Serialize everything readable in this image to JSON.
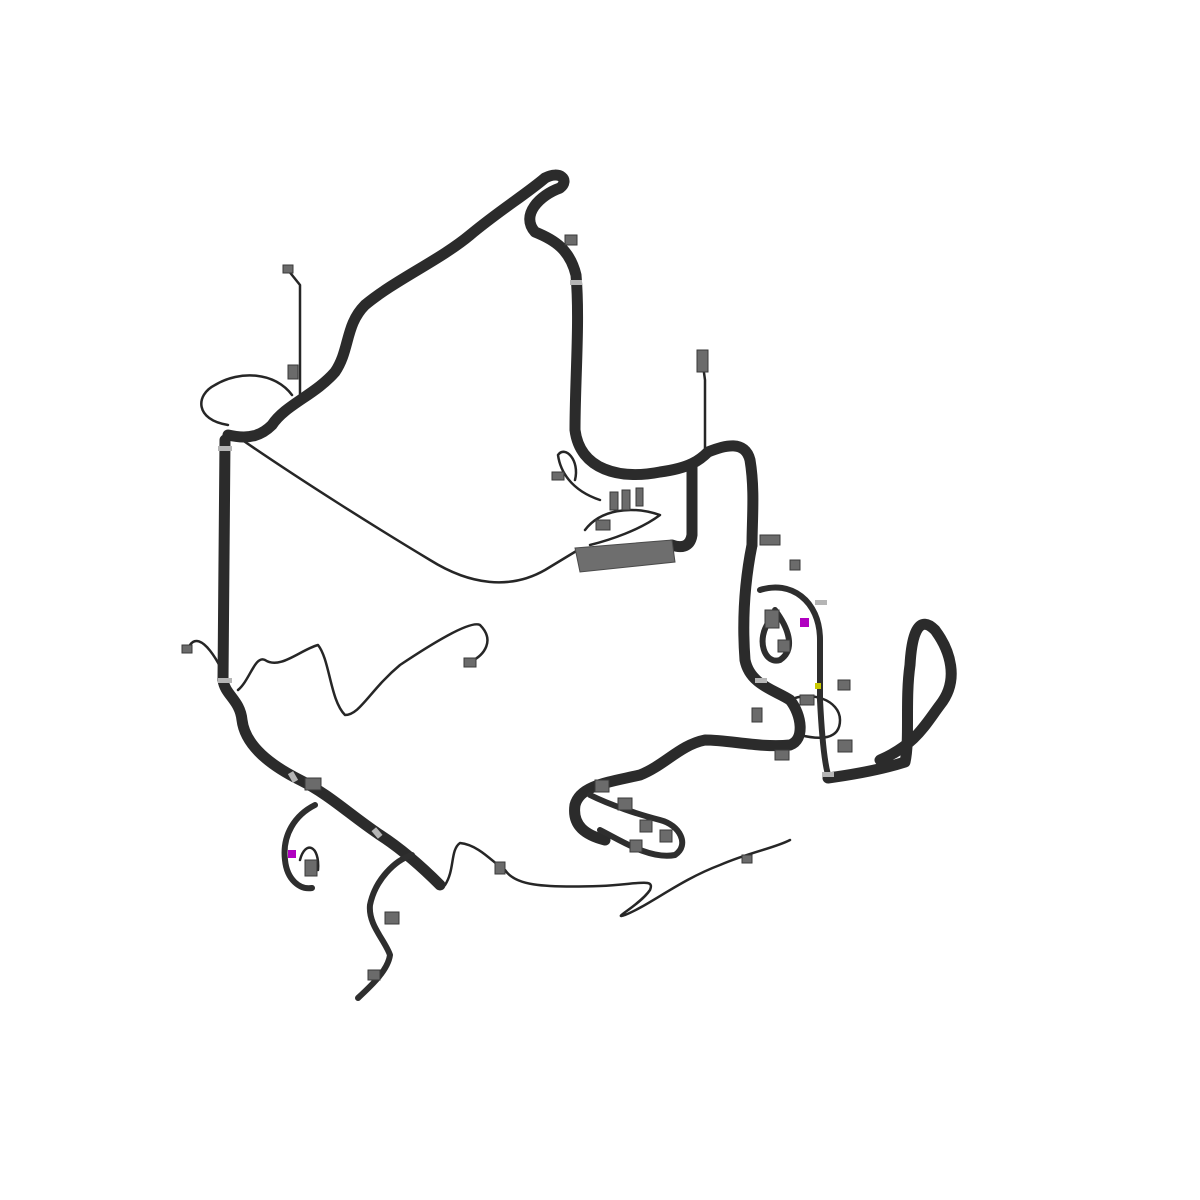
{
  "scene": {
    "subject": "wiring-harness",
    "colors": {
      "background": "#ffffff",
      "cable": "#2b2b2b",
      "connector": "#6b6b6b",
      "band": "#b5b5b5",
      "junction_box": "#6e6e6e",
      "accent_marker": "#b000c0",
      "accent_marker_2": "#c8c800"
    },
    "parts": [
      "main-trunk",
      "left-trunk",
      "junction-box",
      "right-cluster",
      "right-loop",
      "lower-left-branches",
      "thin-signal-wires"
    ]
  }
}
